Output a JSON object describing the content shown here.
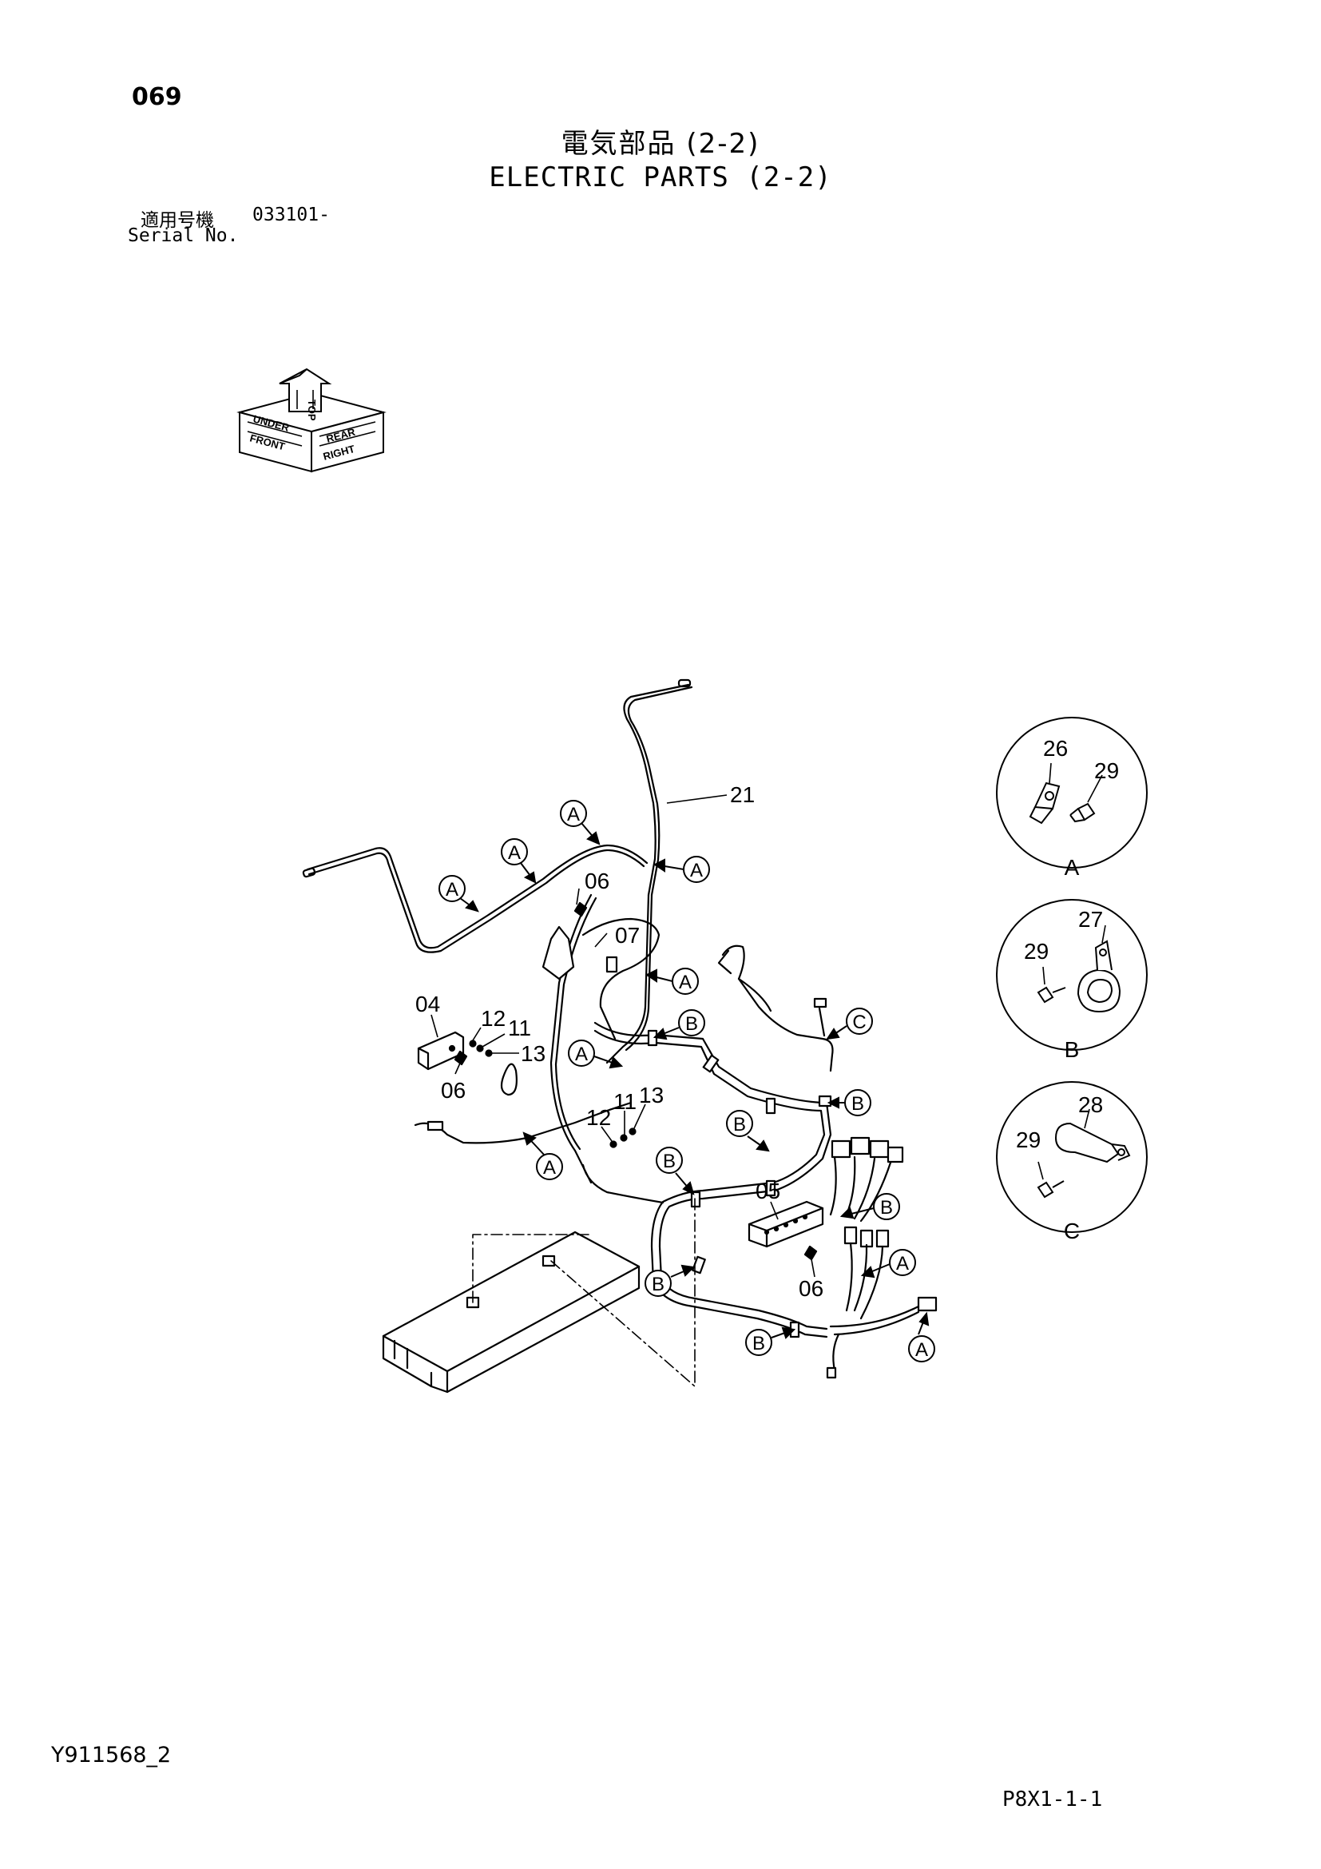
{
  "header": {
    "page_number": "069",
    "title_jp": "電気部品 (2-2)",
    "title_en": "ELECTRIC PARTS (2-2)",
    "serial_label_jp": "適用号機",
    "serial_value": "033101-",
    "serial_label_en": "Serial No."
  },
  "orientation_icon": {
    "labels": [
      "UNDER",
      "TOP",
      "FRONT",
      "REAR",
      "RIGHT"
    ]
  },
  "diagram": {
    "part_labels": {
      "p21": "21",
      "p06a": "06",
      "p07": "07",
      "p04": "04",
      "p12a": "12",
      "p11a": "11",
      "p13a": "13",
      "p06b": "06",
      "p12b": "12",
      "p11b": "11",
      "p13b": "13",
      "p05": "05",
      "p06c": "06"
    },
    "callout_letter_a": "A",
    "callout_letter_b": "B",
    "callout_letter_c": "C"
  },
  "details": [
    {
      "letter": "A",
      "parts": [
        "26",
        "29"
      ]
    },
    {
      "letter": "B",
      "parts": [
        "29",
        "27"
      ]
    },
    {
      "letter": "C",
      "parts": [
        "28",
        "29"
      ]
    }
  ],
  "footer": {
    "doc_code": "Y911568_2",
    "ref_code": "P8X1-1-1"
  }
}
